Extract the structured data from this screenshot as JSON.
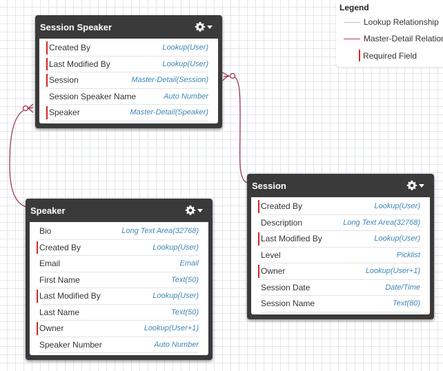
{
  "legend": {
    "title": "Legend",
    "lookup_label": "Lookup Relationship",
    "master_detail_label": "Master-Detail Relationship",
    "required_label": "Required Field",
    "lookup_color": "#a8c8e0",
    "master_detail_color": "#c0394b",
    "required_color": "#d9251d"
  },
  "objects": {
    "session_speaker": {
      "title": "Session Speaker",
      "fields": [
        {
          "name": "Created By",
          "type": "Lookup(User)",
          "required": true
        },
        {
          "name": "Last Modified By",
          "type": "Lookup(User)",
          "required": true
        },
        {
          "name": "Session",
          "type": "Master-Detail(Session)",
          "required": true
        },
        {
          "name": "Session Speaker Name",
          "type": "Auto Number",
          "required": false
        },
        {
          "name": "Speaker",
          "type": "Master-Detail(Speaker)",
          "required": true
        }
      ]
    },
    "speaker": {
      "title": "Speaker",
      "fields": [
        {
          "name": "Bio",
          "type": "Long Text Area(32768)",
          "required": false
        },
        {
          "name": "Created By",
          "type": "Lookup(User)",
          "required": true
        },
        {
          "name": "Email",
          "type": "Email",
          "required": false
        },
        {
          "name": "First Name",
          "type": "Text(50)",
          "required": false
        },
        {
          "name": "Last Modified By",
          "type": "Lookup(User)",
          "required": true
        },
        {
          "name": "Last Name",
          "type": "Text(50)",
          "required": false
        },
        {
          "name": "Owner",
          "type": "Lookup(User+1)",
          "required": true
        },
        {
          "name": "Speaker Number",
          "type": "Auto Number",
          "required": false
        }
      ]
    },
    "session": {
      "title": "Session",
      "fields": [
        {
          "name": "Created By",
          "type": "Lookup(User)",
          "required": true
        },
        {
          "name": "Description",
          "type": "Long Text Area(32768)",
          "required": false
        },
        {
          "name": "Last Modified By",
          "type": "Lookup(User)",
          "required": true
        },
        {
          "name": "Level",
          "type": "Picklist",
          "required": false
        },
        {
          "name": "Owner",
          "type": "Lookup(User+1)",
          "required": true
        },
        {
          "name": "Session Date",
          "type": "Date/Time",
          "required": false
        },
        {
          "name": "Session Name",
          "type": "Text(80)",
          "required": false
        }
      ]
    }
  },
  "icons": {
    "gear": "gear-icon",
    "caret": "chevron-down-icon"
  },
  "colors": {
    "header_bg": "#3a3a3a",
    "field_type": "#3f87b8",
    "connector": "#9b2a45"
  }
}
